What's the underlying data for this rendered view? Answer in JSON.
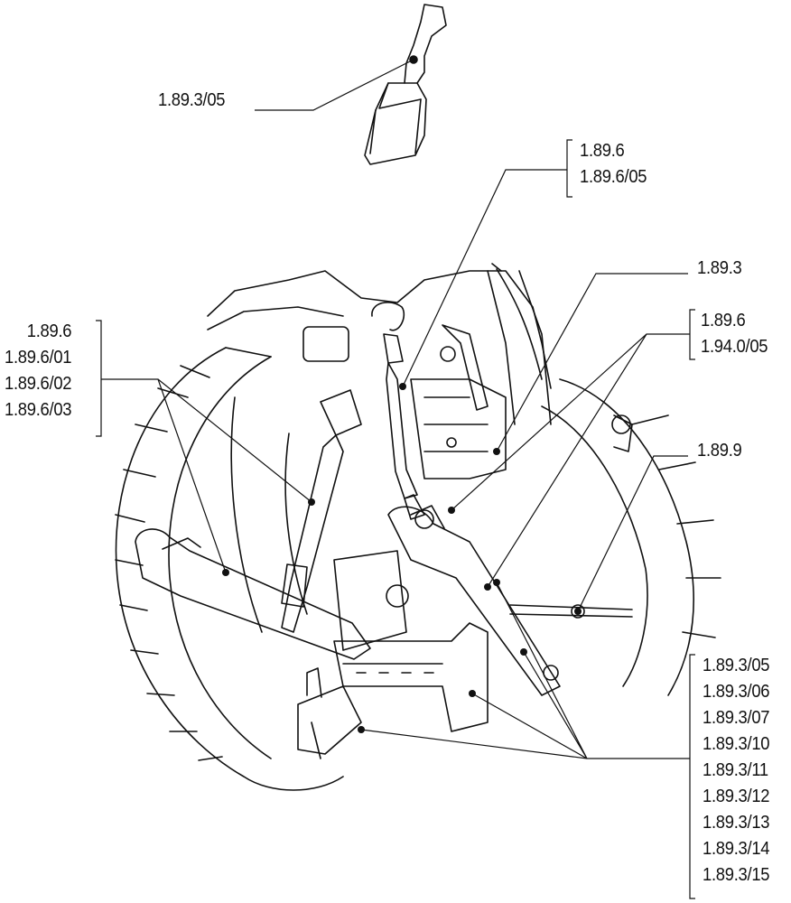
{
  "callouts": {
    "top_left": "1.89.3/05",
    "top_link": [
      "1.89.6",
      "1.89.6/05"
    ],
    "frame": "1.89.3",
    "stabiliser": [
      "1.89.6",
      "1.94.0/05"
    ],
    "lift_rods": [
      "1.89.6",
      "1.89.6/01",
      "1.89.6/02",
      "1.89.6/03"
    ],
    "control": "1.89.9",
    "lower_links": [
      "1.89.3/05",
      "1.89.3/06",
      "1.89.3/07",
      "1.89.3/10",
      "1.89.3/11",
      "1.89.3/12",
      "1.89.3/13",
      "1.89.3/14",
      "1.89.3/15"
    ]
  }
}
